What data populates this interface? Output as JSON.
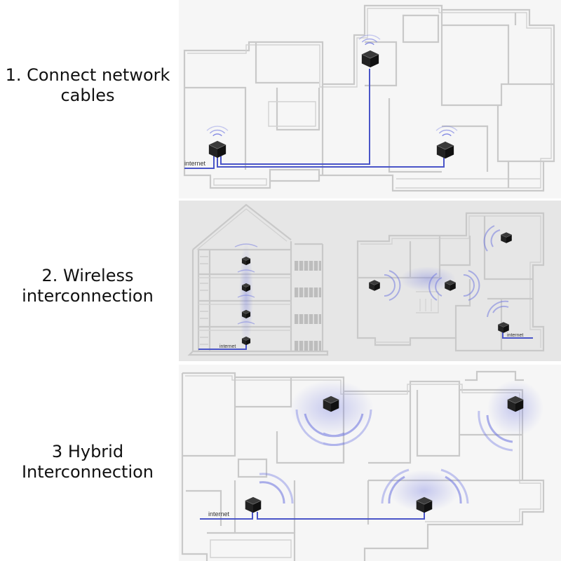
{
  "steps": [
    {
      "label_line1": "1. Connect network",
      "label_line2": "cables"
    },
    {
      "label_line1": "2. Wireless",
      "label_line2": "interconnection"
    },
    {
      "label_line1": "3 Hybrid",
      "label_line2": "Interconnection"
    }
  ],
  "internet_label": "internet",
  "colors": {
    "cable": "#4a55c8",
    "wifi": "#6b73e0",
    "router": "#222222",
    "panel_bg_1": "#f6f6f6",
    "panel_bg_2": "#e6e6e6",
    "panel_bg_3": "#f6f6f6"
  },
  "icons": [
    "mesh-router-icon",
    "wifi-signal-icon"
  ]
}
